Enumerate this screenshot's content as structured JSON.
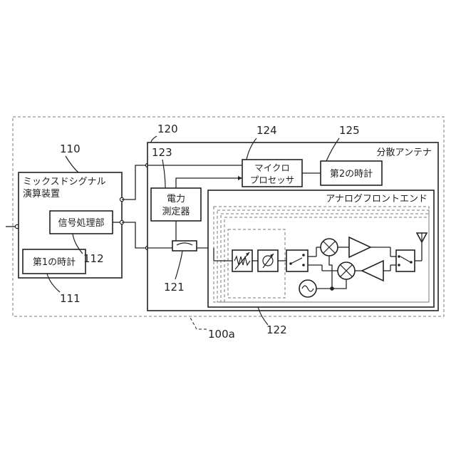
{
  "labels": {
    "mixed_signal_line1": "ミックスドシグナル",
    "mixed_signal_line2": "演算装置",
    "signal_processor": "信号処理部",
    "first_clock": "第1の時計",
    "distributed_antenna": "分散アンテナ",
    "micro_line1": "マイクロ",
    "micro_line2": "プロセッサ",
    "second_clock": "第2の時計",
    "power_line1": "電力",
    "power_line2": "測定器",
    "analog_front_end": "アナログフロントエンド"
  },
  "refs": {
    "r110": "110",
    "r111": "111",
    "r112": "112",
    "r120": "120",
    "r121": "121",
    "r122": "122",
    "r123": "123",
    "r124": "124",
    "r125": "125",
    "r100a": "100a"
  }
}
